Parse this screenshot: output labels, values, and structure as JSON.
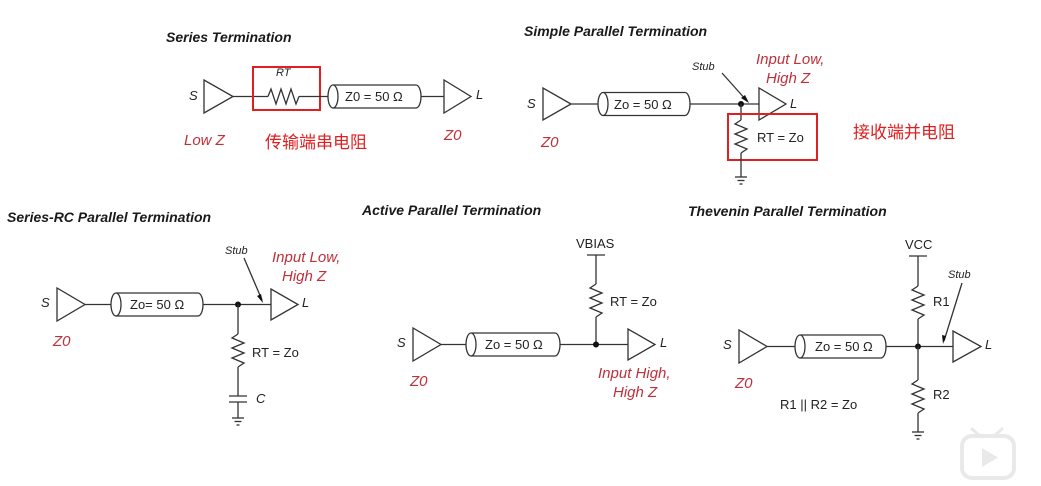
{
  "diagrams": {
    "series": {
      "title": "Series Termination",
      "source_label": "S",
      "resistor_label": "RT",
      "line_label": "Z0 = 50 Ω",
      "load_label": "L",
      "source_impedance": "Low Z",
      "load_impedance": "Z0",
      "annotation_cn": "传输端串电阻"
    },
    "simple_parallel": {
      "title": "Simple Parallel Termination",
      "source_label": "S",
      "stub_label": "Stub",
      "input_label_1": "Input Low,",
      "input_label_2": "High Z",
      "line_label": "Zo = 50 Ω",
      "load_label": "L",
      "resistor_label": "RT = Zo",
      "source_impedance": "Z0",
      "annotation_cn": "接收端并电阻"
    },
    "series_rc": {
      "title": "Series-RC Parallel Termination",
      "source_label": "S",
      "stub_label": "Stub",
      "input_label_1": "Input Low,",
      "input_label_2": "High Z",
      "line_label": "Zo= 50 Ω",
      "load_label": "L",
      "resistor_label": "RT = Zo",
      "capacitor_label": "C",
      "source_impedance": "Z0"
    },
    "active_parallel": {
      "title": "Active Parallel Termination",
      "bias_label": "VBIAS",
      "resistor_label": "RT = Zo",
      "source_label": "S",
      "line_label": "Zo = 50 Ω",
      "load_label": "L",
      "input_label_1": "Input High,",
      "input_label_2": "High Z",
      "source_impedance": "Z0"
    },
    "thevenin_parallel": {
      "title": "Thevenin Parallel Termination",
      "vcc_label": "VCC",
      "r1_label": "R1",
      "r2_label": "R2",
      "stub_label": "Stub",
      "source_label": "S",
      "line_label": "Zo = 50 Ω",
      "load_label": "L",
      "equation": "R1 || R2 = Zo",
      "source_impedance": "Z0"
    }
  },
  "icons": {
    "watermark": "tv-play-icon"
  }
}
